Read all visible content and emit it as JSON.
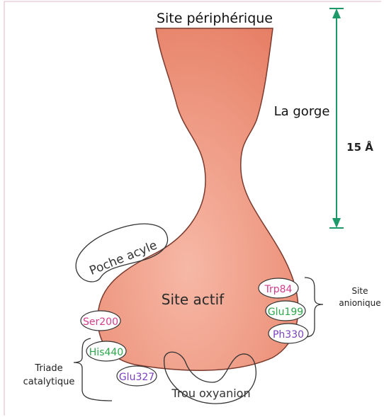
{
  "labels": {
    "peripheral_site": "Site périphérique",
    "gorge": "La gorge",
    "distance": "15 Å",
    "active_site": "Site actif",
    "acyl_pocket": "Poche acyle",
    "oxyanion_hole": "Trou oxyanion",
    "anionic_site_line1": "Site",
    "anionic_site_line2": "anionique",
    "catalytic_triad_line1": "Triade",
    "catalytic_triad_line2": "catalytique"
  },
  "residues": {
    "trp84": "Trp84",
    "glu199": "Glu199",
    "phe330": "Ph330",
    "ser200": "Ser200",
    "his440": "His440",
    "glu327": "Glu327"
  },
  "colors": {
    "gorge_fill": "#ee8f77",
    "gorge_fill_light": "#f4b3a0",
    "arrow": "#1e9a6a",
    "pink_residue": "#d43c8c",
    "green_residue": "#2aa84a",
    "purple_residue": "#7a3fbf",
    "frame_border": "#e6b9c8"
  }
}
